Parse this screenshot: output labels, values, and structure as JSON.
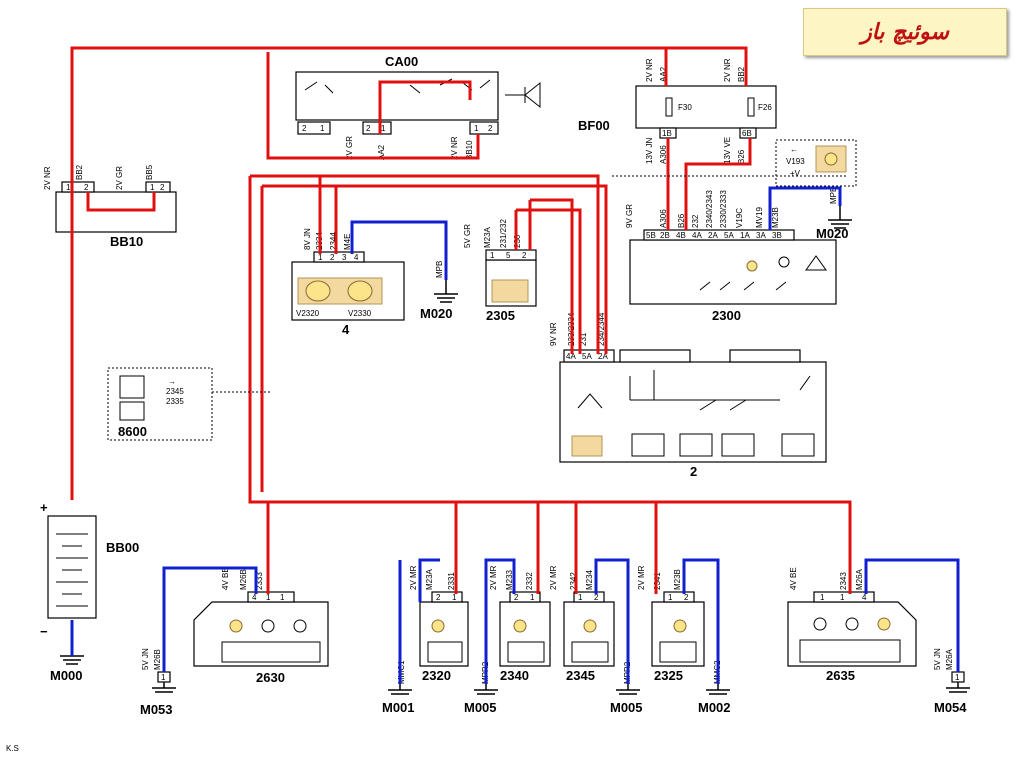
{
  "title": "سوئیچ باز",
  "author": "K.S",
  "components": {
    "ca00": {
      "label": "CA00",
      "pins": [
        "2",
        "1",
        "2",
        "1",
        "1",
        "2"
      ],
      "wires": [
        "2V GR",
        "AA2",
        "2V NR",
        "BB10"
      ]
    },
    "bf00": {
      "label": "BF00",
      "fuses": [
        "F30",
        "F26"
      ],
      "pins": [
        "1B",
        "6B"
      ],
      "top_wires": [
        "2V NR",
        "AA2",
        "2V NR",
        "BB2"
      ],
      "bottom_wires": [
        "13V JN",
        "A306",
        "13V VE",
        "B26"
      ]
    },
    "bb10": {
      "label": "BB10",
      "pins": [
        "1",
        "2",
        "1",
        "2"
      ],
      "wires": [
        "2V NR",
        "BB2",
        "2V GR",
        "BB5"
      ]
    },
    "bb00": {
      "label": "BB00",
      "plus": "+",
      "minus": "−"
    },
    "m000": {
      "label": "M000"
    },
    "v193": {
      "label": "V193",
      "sub": "+V"
    },
    "m020_right": {
      "label": "M020",
      "wire": "MPE"
    },
    "m020_left": {
      "label": "M020",
      "wire": "MPB"
    },
    "comp4": {
      "label": "4",
      "lamps": [
        "V2320",
        "V2330"
      ],
      "pins": [
        "1",
        "2",
        "3",
        "4"
      ],
      "wires": [
        "8V JN",
        "2334",
        "2344",
        "M4E"
      ]
    },
    "comp2305": {
      "label": "2305",
      "pins": [
        "1",
        "5",
        "2"
      ],
      "wires": [
        "5V GR",
        "M23A",
        "231/232",
        "230"
      ]
    },
    "comp2300": {
      "label": "2300",
      "pins": [
        "5B",
        "2B",
        "4B",
        "4A",
        "2A",
        "5A",
        "1A",
        "3A",
        "3B"
      ],
      "wires": [
        "9V GR",
        "A306",
        "B26",
        "232",
        "2340/2343",
        "2330/2333",
        "V19C",
        "MV19",
        "M23B"
      ]
    },
    "comp2": {
      "label": "2",
      "pins": [
        "4A",
        "5A",
        "2A"
      ],
      "wires": [
        "9V NR",
        "233/2334",
        "231",
        "234/2344"
      ]
    },
    "comp8600": {
      "label": "8600",
      "codes": [
        "2345",
        "2335"
      ]
    },
    "comp2630": {
      "label": "2630",
      "pins": [
        "4",
        "1",
        "1"
      ],
      "wires": [
        "4V BE",
        "M26B",
        "2333"
      ]
    },
    "comp2320": {
      "label": "2320",
      "pins": [
        "2",
        "1"
      ],
      "wires": [
        "2V MR",
        "M23A",
        "2331"
      ]
    },
    "comp2340": {
      "label": "2340",
      "pins": [
        "2",
        "1"
      ],
      "wires": [
        "2V MR",
        "M233",
        "2332"
      ]
    },
    "comp2345": {
      "label": "2345",
      "pins": [
        "1",
        "2"
      ],
      "wires": [
        "2V MR",
        "2342",
        "M234"
      ]
    },
    "comp2325": {
      "label": "2325",
      "pins": [
        "1",
        "2"
      ],
      "wires": [
        "2V MR",
        "2341",
        "M23B"
      ]
    },
    "comp2635": {
      "label": "2635",
      "pins": [
        "1",
        "1",
        "4"
      ],
      "wires": [
        "4V BE",
        "2343",
        "M26A"
      ]
    },
    "grounds": {
      "m053": {
        "label": "M053",
        "wire": "5V JN",
        "wire2": "M26B",
        "pin": "1"
      },
      "m001": {
        "label": "M001",
        "wire": "MMC1"
      },
      "m005a": {
        "label": "M005",
        "wire": "MPR2"
      },
      "m005b": {
        "label": "M005",
        "wire": "MPR2"
      },
      "m002": {
        "label": "M002",
        "wire": "MMC2"
      },
      "m054": {
        "label": "M054",
        "wire": "5V JN",
        "wire2": "M26A",
        "pin": "1"
      }
    }
  }
}
